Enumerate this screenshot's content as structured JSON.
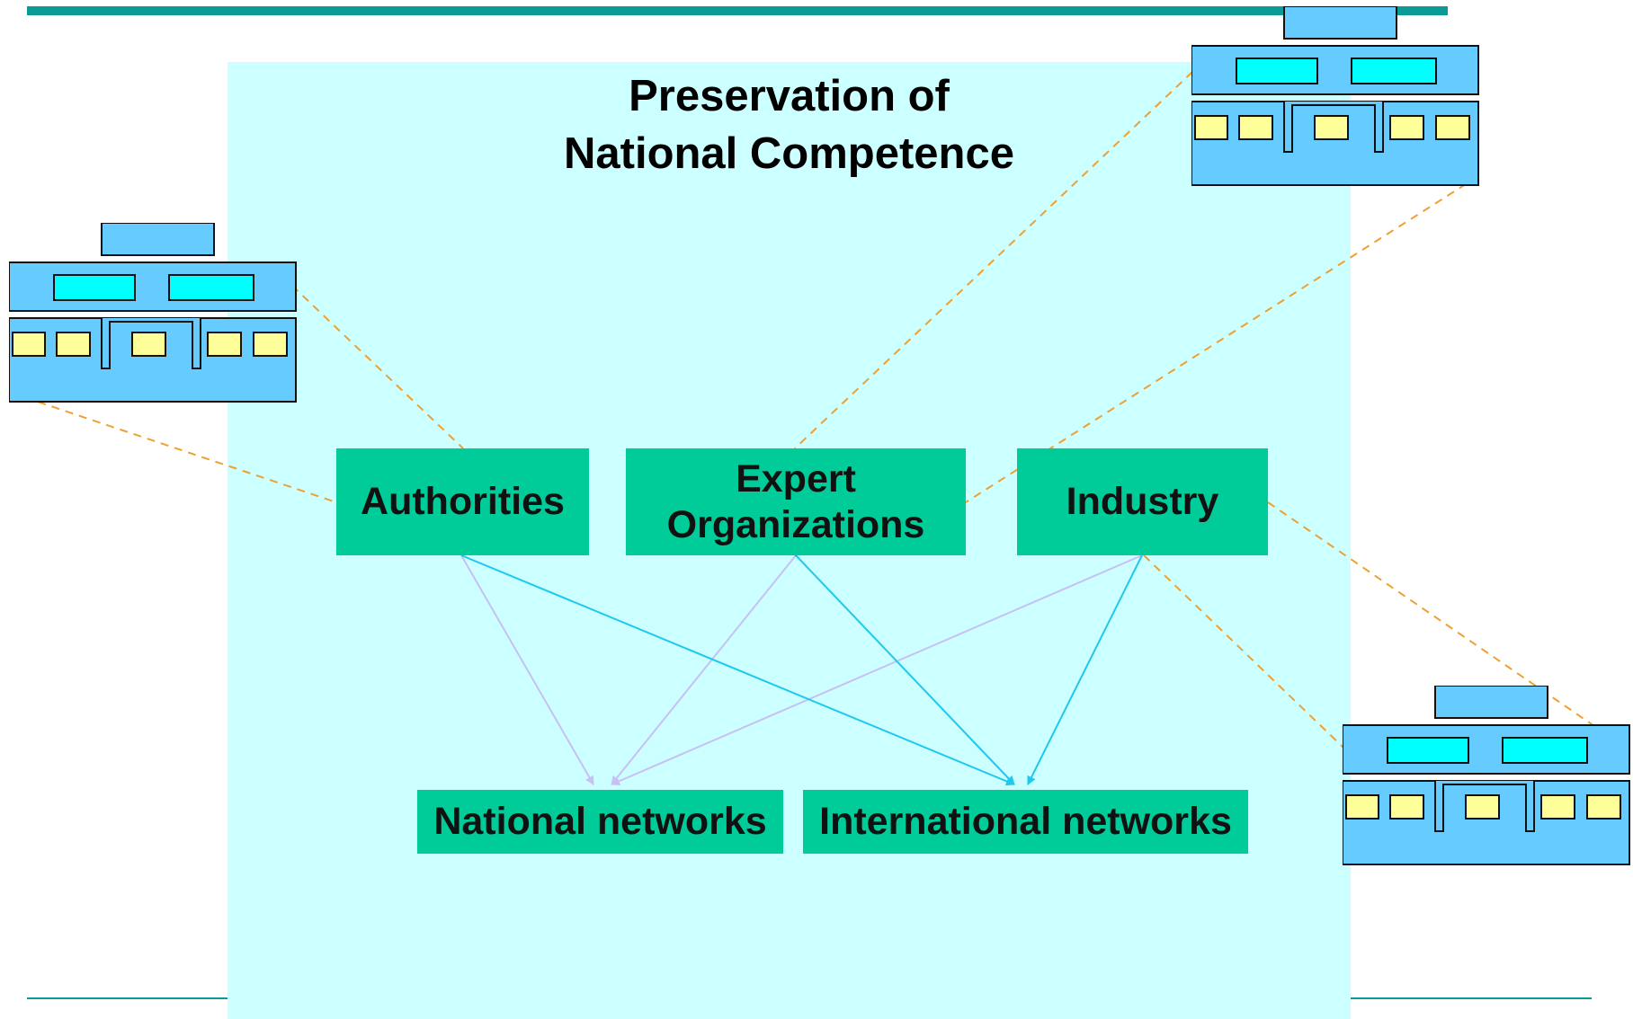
{
  "title": {
    "line1": "Preservation of",
    "line2": "National Competence"
  },
  "nodes": {
    "authorities": "Authorities",
    "expert_line1": "Expert",
    "expert_line2": "Organizations",
    "industry": "Industry",
    "national_networks": "National networks",
    "international_networks": "International networks"
  },
  "icons": {
    "org_chart": "org-chart-icon",
    "logo": "logo-icon"
  },
  "colors": {
    "panel": "#ccffff",
    "node": "#00cc99",
    "accent_bar": "#0a9a98",
    "dashed_link": "#f0a030",
    "arrow_blue": "#1ec8ee",
    "arrow_lavender": "#c8c0f5",
    "org_box": "#66ccff",
    "org_inner": "#00ffff",
    "org_window": "#ffff99"
  }
}
